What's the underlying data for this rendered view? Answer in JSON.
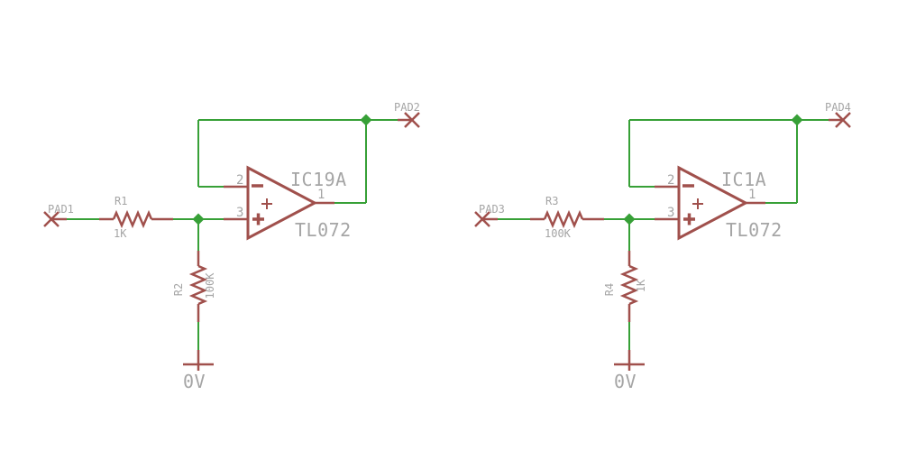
{
  "meta": {
    "type": "schematic",
    "description": "Two non-inverting op-amp stages drawn in an EDA schematic style"
  },
  "colors": {
    "wire": "#37a037",
    "symbol": "#a0504c",
    "label": "#a5a5a5",
    "background": "#ffffff"
  },
  "circuits": [
    {
      "input_pad": "PAD1",
      "output_pad": "PAD2",
      "series_resistor": {
        "name": "R1",
        "value": "1K"
      },
      "shunt_resistor": {
        "name": "R2",
        "value": "100K"
      },
      "opamp": {
        "name": "IC19A",
        "part": "TL072",
        "pin_inverting": "2",
        "pin_noninverting": "3",
        "pin_output": "1",
        "inverting_mark": "-",
        "noninverting_mark": "+"
      },
      "ground": "0V"
    },
    {
      "input_pad": "PAD3",
      "output_pad": "PAD4",
      "series_resistor": {
        "name": "R3",
        "value": "100K"
      },
      "shunt_resistor": {
        "name": "R4",
        "value": "1K"
      },
      "opamp": {
        "name": "IC1A",
        "part": "TL072",
        "pin_inverting": "2",
        "pin_noninverting": "3",
        "pin_output": "1",
        "inverting_mark": "-",
        "noninverting_mark": "+"
      },
      "ground": "0V"
    }
  ]
}
